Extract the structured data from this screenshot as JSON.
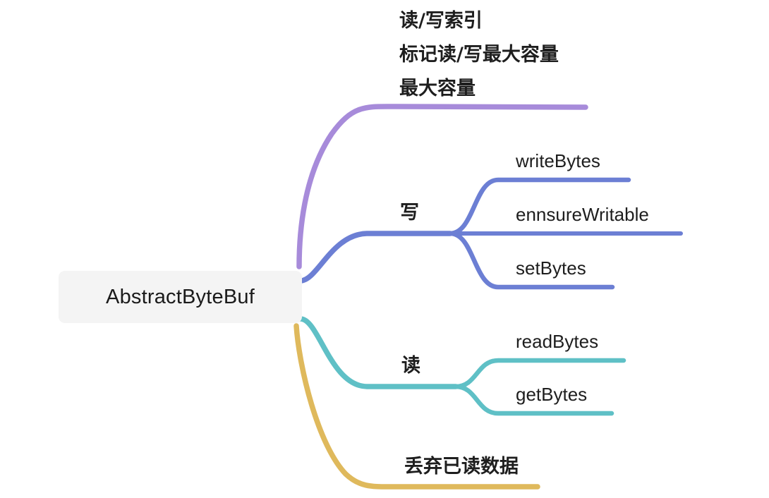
{
  "diagram": {
    "type": "mind-map",
    "title": "AbstractByteBuf",
    "background": "#ffffff",
    "root": {
      "label": "AbstractByteBuf",
      "box_color": "#f4f4f4",
      "text_color": "#1b1b1b"
    },
    "branches": [
      {
        "id": "attributes",
        "color": "#a78bda",
        "labels": [
          "读/写索引",
          "标记读/写最大容量",
          "最大容量"
        ]
      },
      {
        "id": "write",
        "color": "#6c7fd4",
        "label": "写",
        "children": [
          "writeBytes",
          "ennsureWritable",
          "setBytes"
        ]
      },
      {
        "id": "read",
        "color": "#5fc0c6",
        "label": "读",
        "children": [
          "readBytes",
          "getBytes"
        ]
      },
      {
        "id": "discard",
        "color": "#dfb95c",
        "label": "丢弃已读数据",
        "children": []
      }
    ]
  }
}
